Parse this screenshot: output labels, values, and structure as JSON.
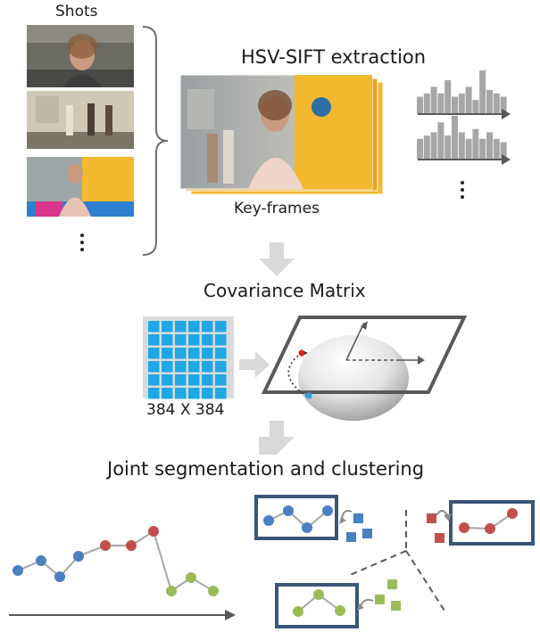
{
  "labels": {
    "shots": "Shots",
    "hsv_sift": "HSV-SIFT extraction",
    "keyframes": "Key-frames",
    "covariance": "Covariance Matrix",
    "matrix_size": "384 X 384",
    "joint": "Joint segmentation and clustering"
  },
  "colors": {
    "blue": "#4a7fc0",
    "red": "#c0504d",
    "green": "#9bbb59",
    "frame_border": "#3b5577",
    "matrix_cell": "#1fa7e6",
    "histogram_bar": "#a6a6a6",
    "arrow_gray": "#d9d9d9",
    "axis": "#595959"
  },
  "icons": [
    "ellipsis-icon",
    "bracket-icon",
    "down-arrow-icon",
    "right-arrow-icon",
    "ellipsoid-icon",
    "manifold-plane-icon"
  ],
  "histograms": {
    "top": [
      5,
      6,
      8,
      6,
      10,
      5,
      6,
      8,
      4,
      13,
      7,
      6,
      5
    ],
    "bottom": [
      6,
      7,
      8,
      11,
      7,
      13,
      8,
      6,
      9,
      6,
      8,
      6,
      5
    ]
  },
  "matrix": {
    "rows": 6,
    "cols": 6
  }
}
